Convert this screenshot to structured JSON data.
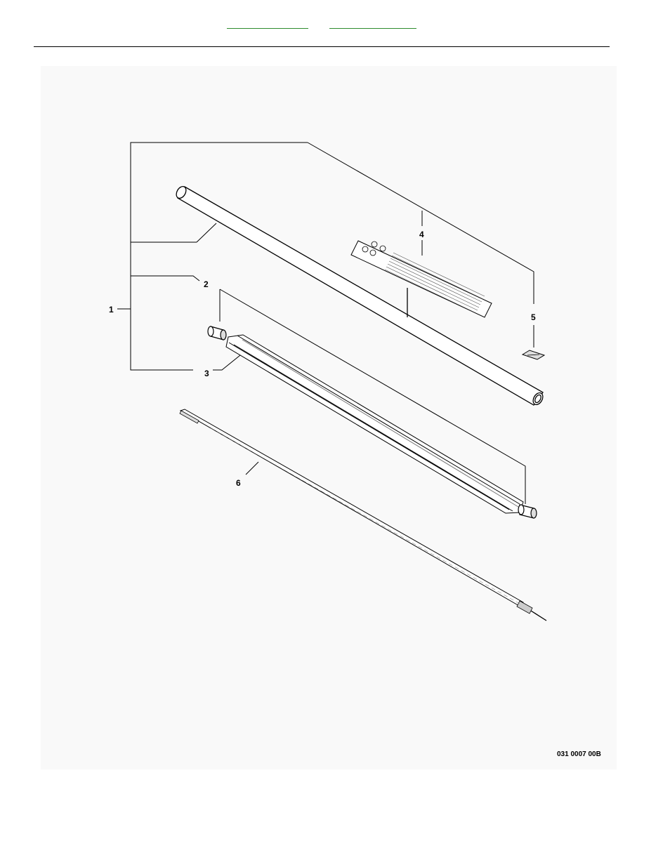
{
  "header": {
    "links": [
      "",
      ""
    ]
  },
  "diagram": {
    "callouts": {
      "c1": "1",
      "c2": "2",
      "c3": "3",
      "c4": "4",
      "c5": "5",
      "c6": "6"
    },
    "figure_number": "031 0007 00B"
  },
  "colors": {
    "link": "#2e8b2e",
    "line": "#000000",
    "panel": "#f9f9f9"
  }
}
